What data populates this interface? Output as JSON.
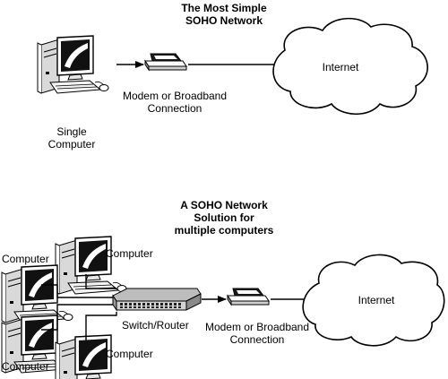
{
  "top": {
    "title_line1": "The Most Simple",
    "title_line2": "SOHO Network",
    "computer_label_line1": "Single",
    "computer_label_line2": "Computer",
    "modem_label_line1": "Modem or Broadband",
    "modem_label_line2": "Connection",
    "cloud_label": "Internet"
  },
  "bottom": {
    "title_line1": "A SOHO Network",
    "title_line2": "Solution for",
    "title_line3": "multiple computers",
    "computer_labels": [
      "Computer",
      "Computer",
      "Computer",
      "Computer"
    ],
    "switch_label": "Switch/Router",
    "modem_label_line1": "Modem or Broadband",
    "modem_label_line2": "Connection",
    "cloud_label": "Internet"
  }
}
